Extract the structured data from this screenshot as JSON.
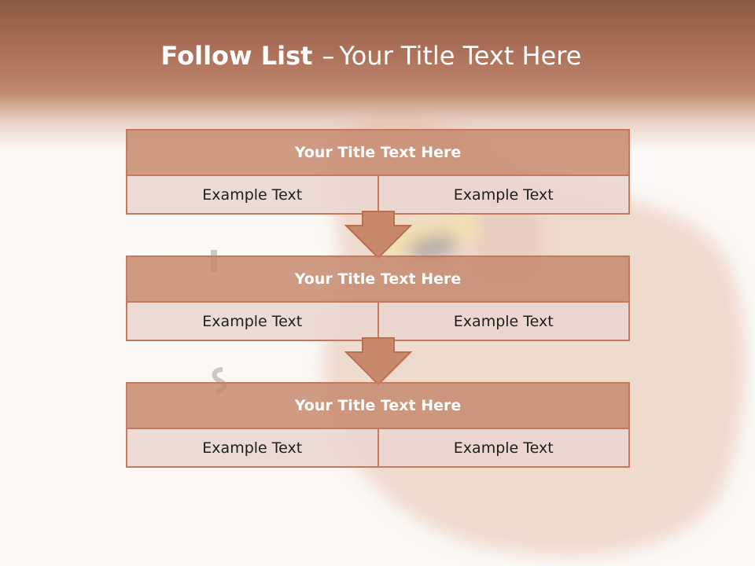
{
  "slide": {
    "title_bold": "Follow List",
    "title_sep": "–",
    "title_rest": "Your Title Text Here"
  },
  "steps": [
    {
      "title": "Your Title Text Here",
      "left": "Example Text",
      "right": "Example Text"
    },
    {
      "title": "Your Title Text Here",
      "left": "Example Text",
      "right": "Example Text"
    },
    {
      "title": "Your Title Text Here",
      "left": "Example Text",
      "right": "Example Text"
    }
  ],
  "colors": {
    "header_band": "#a86d54",
    "box_title_fill": "#c4866a",
    "box_cell_fill": "#ead7d0",
    "box_border": "#c47a5c"
  },
  "icons": {
    "connector": "down-arrow-icon"
  }
}
